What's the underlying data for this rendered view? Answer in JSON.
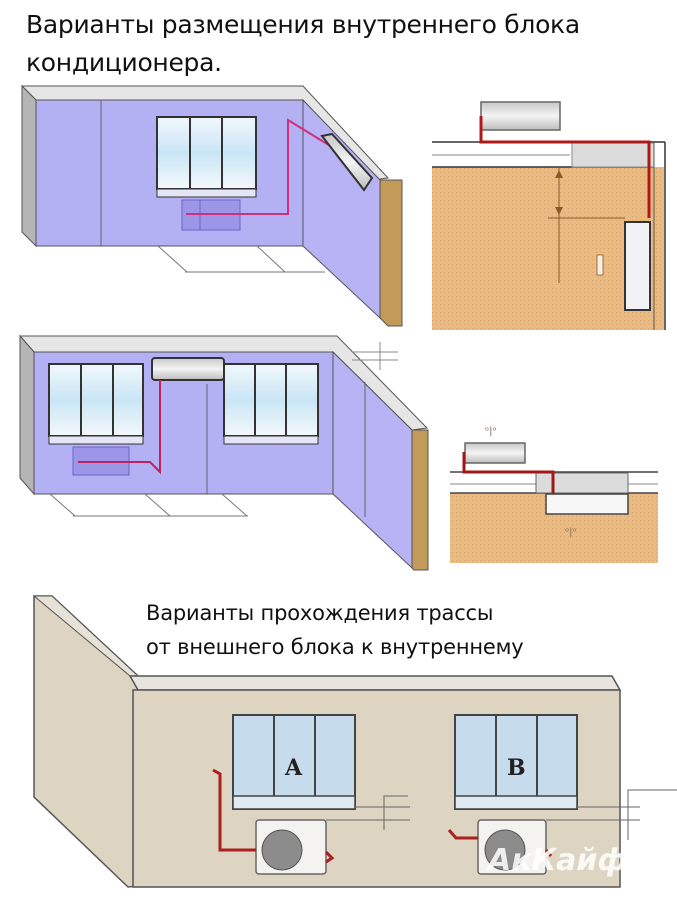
{
  "header": {
    "title_line1": "Варианты размещения внутреннего блока",
    "title_line2": "кондиционера."
  },
  "section2": {
    "title_line1": "Варианты прохождения трассы",
    "title_line2": "от внешнего блока к внутреннему"
  },
  "diagrams": [
    {
      "id": "room-corner-unit",
      "desc": "Indoor unit on side wall near corner, pipe route to window"
    },
    {
      "id": "plan-corner-unit",
      "desc": "Plan view: indoor unit near corner with red pipe route"
    },
    {
      "id": "room-between-windows",
      "desc": "Indoor unit above wall between two windows"
    },
    {
      "id": "plan-between-windows",
      "desc": "Plan view: indoor unit between windows"
    },
    {
      "id": "facade-routes",
      "desc": "Facade with two windows and outdoor units"
    }
  ],
  "facade": {
    "window_a_label": "A",
    "window_b_label": "B",
    "watermark": "АкКайф"
  },
  "colors": {
    "wall_purple": "#b4b0f4",
    "pipe_red": "#b01818",
    "floor_tan": "#e8b87e",
    "facade_beige": "#ddd4c2",
    "wall_end": "#c29a5a"
  }
}
